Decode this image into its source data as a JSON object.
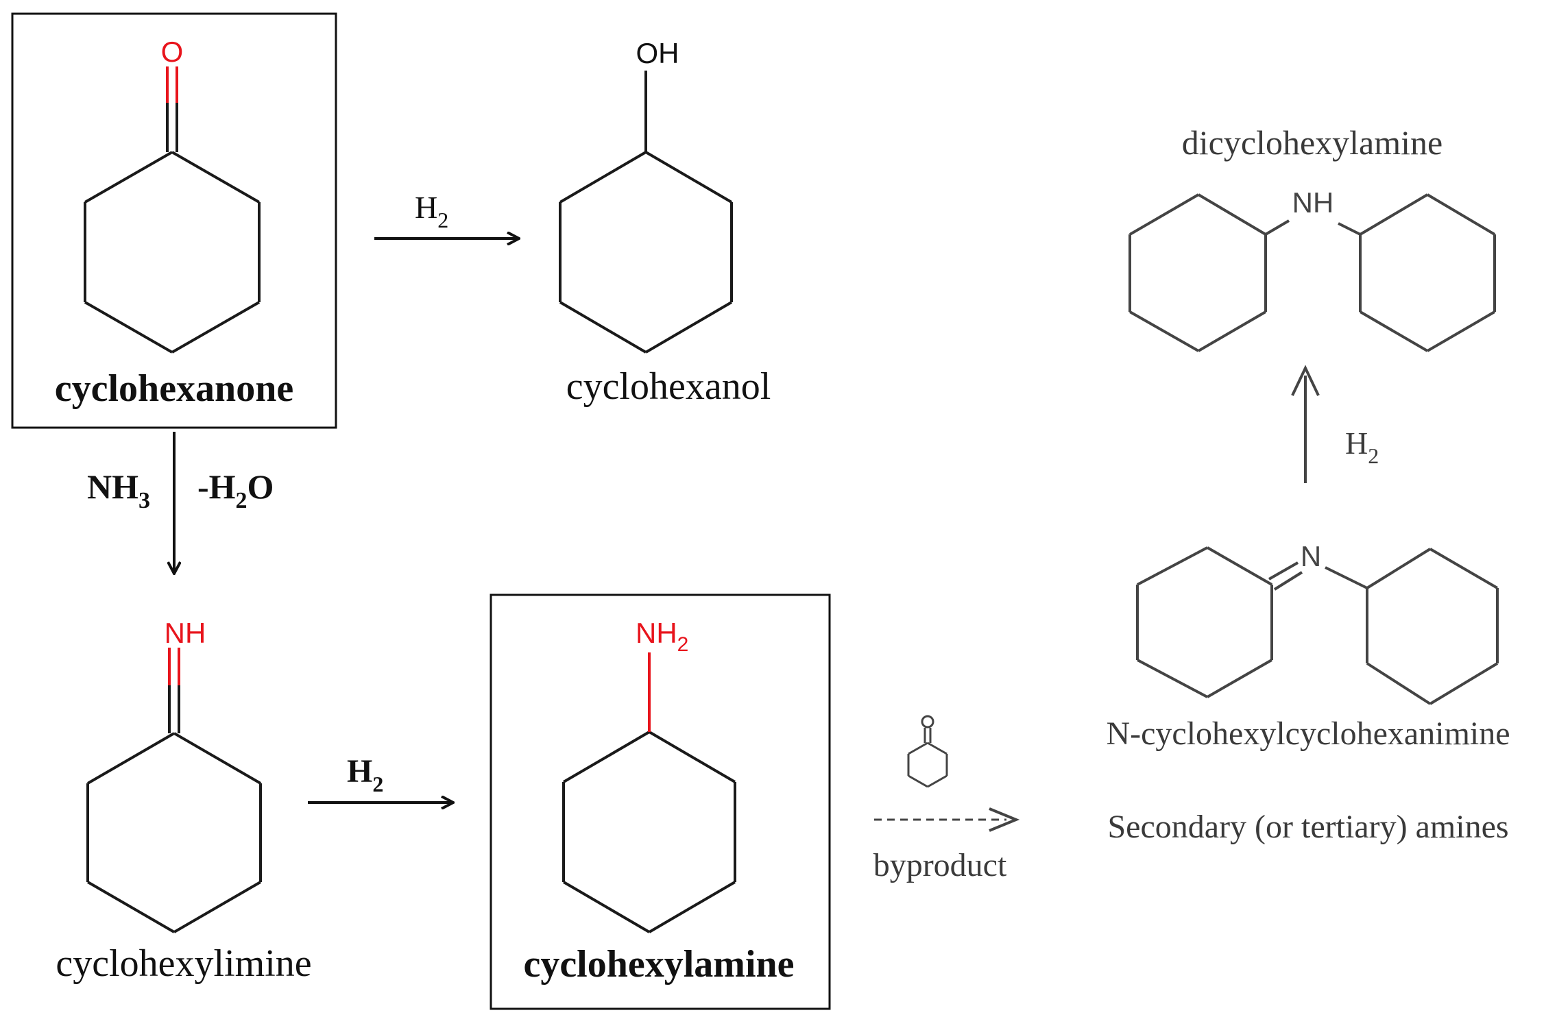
{
  "colors": {
    "black_bond": "#1a1a1a",
    "grey_bond": "#444444",
    "grey_text": "#3a3a3a",
    "heteroatom_red": "#e8141c"
  },
  "compounds": {
    "cyclohexanone": {
      "name": "cyclohexanone",
      "atom": "O"
    },
    "cyclohexanol": {
      "name": "cyclohexanol",
      "atom": "OH"
    },
    "cyclohexylimine": {
      "name": "cyclohexylimine",
      "atom": "NH"
    },
    "cyclohexylamine": {
      "name": "cyclohexylamine",
      "atom": "NH",
      "atom_sub": "2"
    },
    "dicyclohexylamine": {
      "name": "dicyclohexylamine",
      "atom": "NH"
    },
    "imine_dimer": {
      "name": "N-cyclohexylcyclohexanimine",
      "atom": "N"
    },
    "small_ketone": {
      "atom": "O"
    }
  },
  "reagents": {
    "hydrogenation_to_alcohol": {
      "main": "H",
      "sub": "2"
    },
    "amination_nh3": {
      "main": "NH",
      "sub": "3"
    },
    "amination_water": {
      "prefix": "-H",
      "sub": "2",
      "suffix": "O"
    },
    "hydrogenation_to_amine": {
      "main": "H",
      "sub": "2"
    },
    "hydrogenation_to_secondary": {
      "main": "H",
      "sub": "2"
    }
  },
  "labels": {
    "byproduct": "byproduct",
    "secondary_amines": "Secondary (or tertiary) amines"
  }
}
